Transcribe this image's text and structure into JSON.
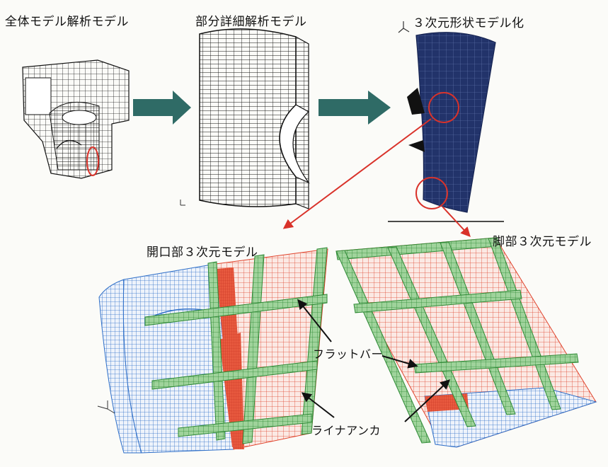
{
  "titles": {
    "global_model": "全体モデル解析モデル",
    "detail_model": "部分詳細解析モデル",
    "shape_model": "３次元形状モデル化",
    "opening_model": "開口部３次元モデル",
    "leg_model": "脚部３次元モデル"
  },
  "callouts": {
    "flat_bar": "フラットバー",
    "liner_anchor": "ライナアンカ"
  },
  "colors": {
    "mesh_dark": "#1a1a1a",
    "arrow_teal": "#2f6b66",
    "shell_navy": "#1e2f63",
    "mesh_blue": "#2f6fc8",
    "mesh_red": "#e0452e",
    "mesh_green": "#2f8a36",
    "green_fill": "#8ec98c",
    "circle_red": "#d9322a"
  }
}
